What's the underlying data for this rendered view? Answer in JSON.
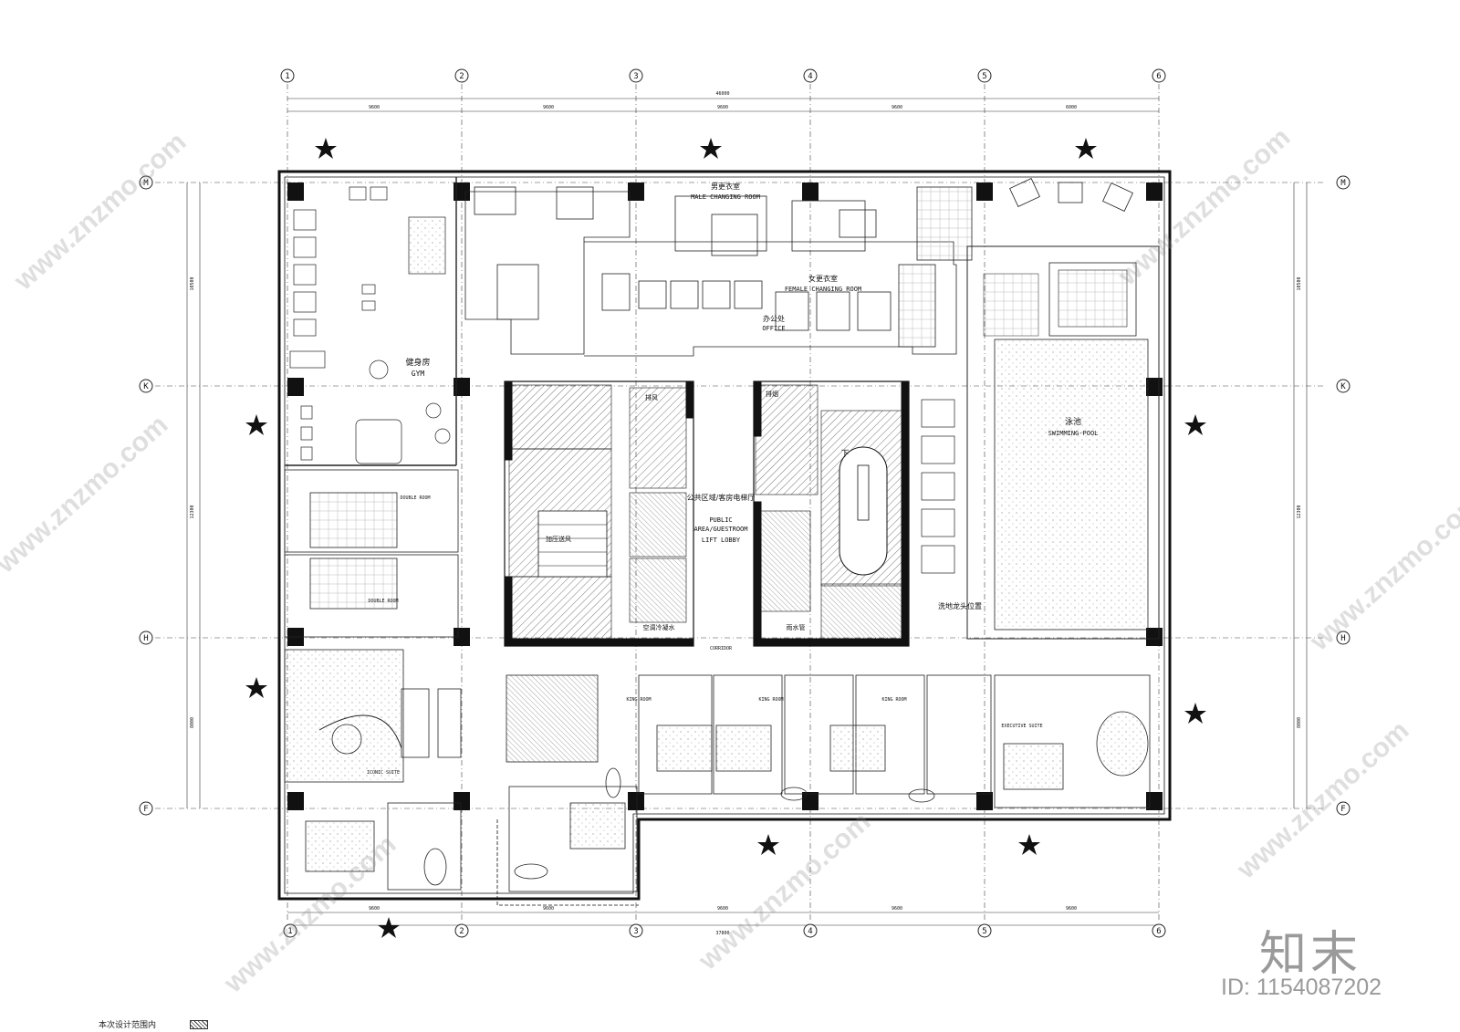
{
  "grid": {
    "columns": [
      "1",
      "2",
      "3",
      "4",
      "5",
      "6"
    ],
    "rows": [
      "M",
      "K",
      "H",
      "F"
    ]
  },
  "dimensions": {
    "top_total": "46000",
    "top_segments": [
      "9600",
      "9600",
      "9600",
      "9600",
      "6000"
    ],
    "bottom_total": "37800",
    "bottom_segments": [
      "9600",
      "9600",
      "9600",
      "9600",
      "9600"
    ],
    "left_segments": [
      "10500",
      "12300",
      "8000"
    ],
    "right_segments": [
      "10500",
      "12300",
      "8000"
    ]
  },
  "rooms": {
    "male_changing_cn": "男更衣室",
    "male_changing_en": "MALE CHANGING ROOM",
    "female_changing_cn": "女更衣室",
    "female_changing_en": "FEMALE CHANGING ROOM",
    "office_cn": "办公处",
    "office_en": "OFFICE",
    "gym_cn": "健身房",
    "gym_en": "GYM",
    "public_lobby_cn": "公共区域/客房电梯厅",
    "public_lobby_en1": "PUBLIC",
    "public_lobby_en2": "AREA/GUESTROOM",
    "public_lobby_en3": "LIFT LOBBY",
    "pool_cn": "泳池",
    "pool_en": "SWIMMING-POOL",
    "pool_shower_cn": "洗地龙头位置",
    "corridor_en": "CORRIDOR",
    "double_room_1": "DOUBLE ROOM",
    "double_room_2": "DOUBLE ROOM",
    "iconic_suite": "ICONIC SUITE",
    "king_room_a": "KING ROOM",
    "king_room_b": "KING ROOM",
    "king_room_c": "KING ROOM",
    "executive_suite": "EXECUTIVE SUITE",
    "down_mark": "下",
    "shaft_label_1": "加压送风",
    "shaft_label_2": "空调冷凝水",
    "shaft_label_3": "排烟",
    "shaft_label_4": "排风",
    "shaft_label_5": "雨水管"
  },
  "watermark": {
    "site": "www.znzmo.com",
    "brand": "知末",
    "id": "ID: 1154087202"
  },
  "legend": {
    "label": "本次设计范围内"
  },
  "colors": {
    "line": "#111111",
    "column": "#111111",
    "watermark": "#9a9a9a",
    "hatch": "#555555"
  }
}
